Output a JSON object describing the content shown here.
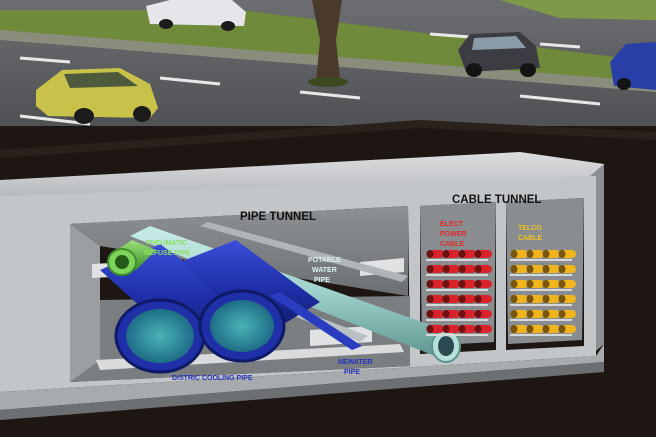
{
  "labels": {
    "pipe_tunnel": "PIPE TUNNEL",
    "cable_tunnel": "CABLE TUNNEL",
    "pneumatic_l1": "PNEUMATIC",
    "pneumatic_l2": "REFUSE PIPE",
    "potable_l1": "POTABLE",
    "potable_l2": "WATER",
    "potable_l3": "PIPE",
    "district_cooling": "DISTRIC COOLING PIPE",
    "newater_l1": "NEWATER",
    "newater_l2": "PIPE",
    "elec_l1": "ELECT",
    "elec_l2": "POWER",
    "elec_l3": "CABLE",
    "telco_l1": "TELCO",
    "telco_l2": "CABLE"
  },
  "colors": {
    "road": "#5b5d60",
    "grass": "#6f8a3a",
    "soil": "#1d1612",
    "concrete": "#c9cbcd",
    "cooling_pipe": "#1f2fa8",
    "potable_pipe": "#9fd1cb",
    "refuse_pipe": "#6cc64a",
    "power_cable": "#d8232a",
    "telco_cable": "#f0b51c"
  }
}
